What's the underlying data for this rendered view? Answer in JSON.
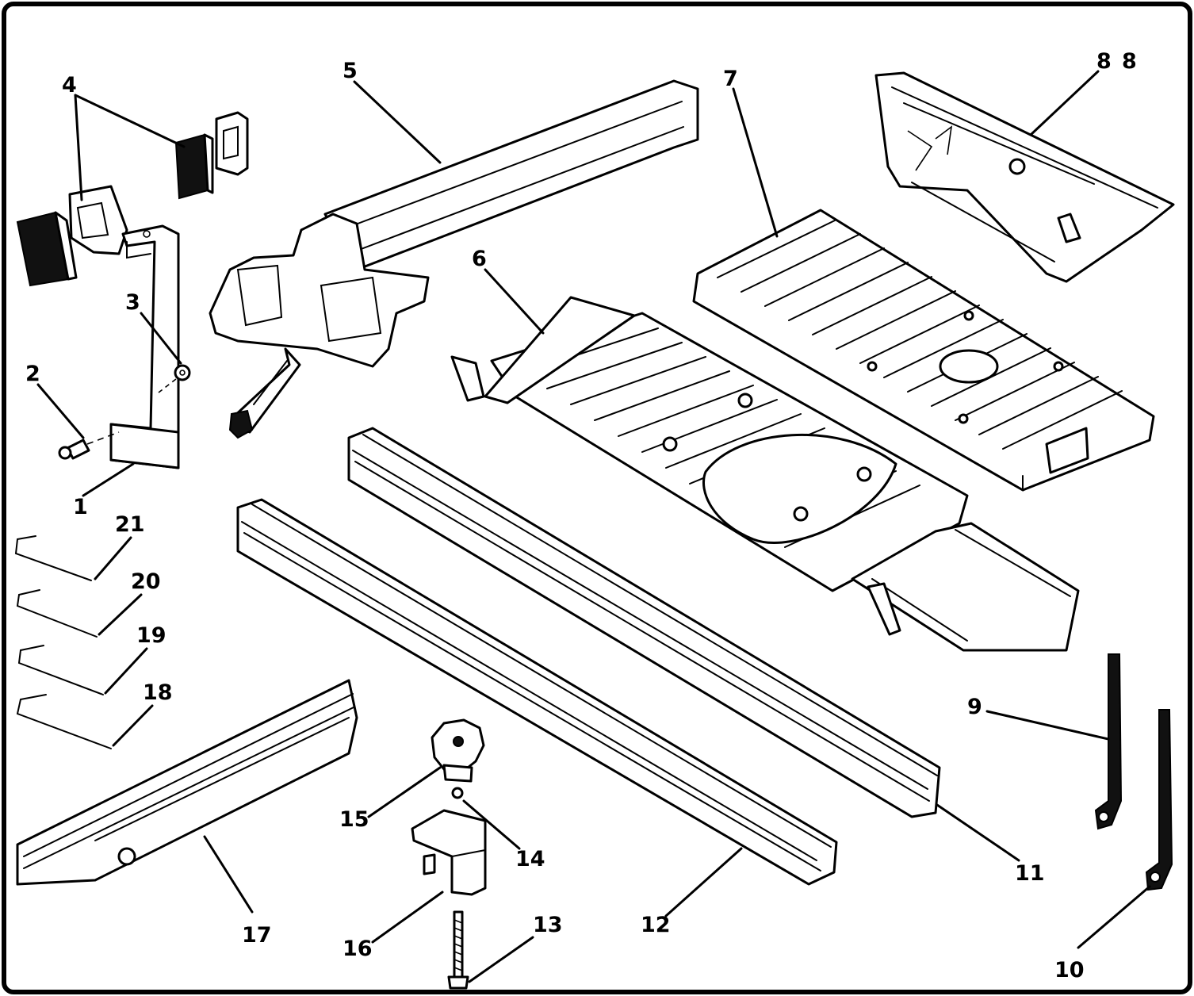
{
  "figure": {
    "frame_color": "#000000",
    "background": "#ffffff",
    "callouts": {
      "c1": "1",
      "c2": "2",
      "c3": "3",
      "c4": "4",
      "c5": "5",
      "c6": "6",
      "c7": "7",
      "c8a": "8",
      "c8b": "8",
      "c9": "9",
      "c10": "10",
      "c11": "11",
      "c12": "12",
      "c13": "13",
      "c14": "14",
      "c15": "15",
      "c16": "16",
      "c17": "17",
      "c18": "18",
      "c19": "19",
      "c20": "20",
      "c21": "21"
    }
  }
}
